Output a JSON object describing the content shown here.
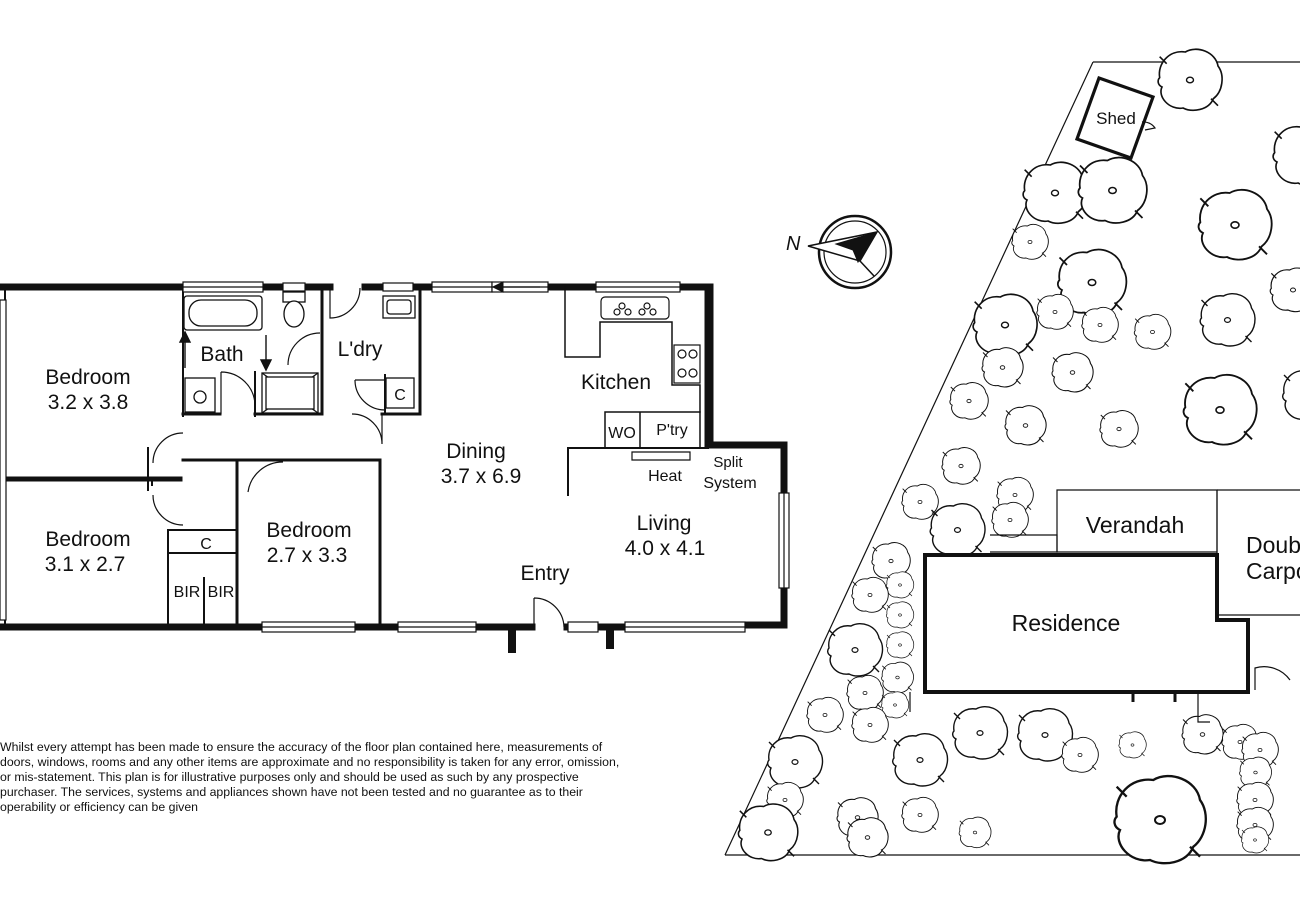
{
  "floorplan": {
    "rooms": {
      "bedroom1": {
        "name": "Bedroom",
        "dims": "3.2 x 3.8"
      },
      "bedroom2": {
        "name": "Bedroom",
        "dims": "3.1 x 2.7"
      },
      "bedroom3": {
        "name": "Bedroom",
        "dims": "2.7 x 3.3"
      },
      "bath": {
        "name": "Bath"
      },
      "laundry": {
        "name": "L'dry"
      },
      "kitchen": {
        "name": "Kitchen"
      },
      "dining": {
        "name": "Dining",
        "dims": "3.7 x 6.9"
      },
      "living": {
        "name": "Living",
        "dims": "4.0 x 4.1"
      },
      "entry": {
        "name": "Entry"
      }
    },
    "fixtures": {
      "cupboard_laundry": "C",
      "cupboard_hall": "C",
      "bir1": "BIR",
      "bir2": "BIR",
      "wall_oven": "WO",
      "pantry": "P'try",
      "heater": "Heat",
      "split_line1": "Split",
      "split_line2": "System"
    }
  },
  "site": {
    "shed": "Shed",
    "verandah": "Verandah",
    "carport_line1": "Doubl",
    "carport_line2": "Carpo",
    "residence": "Residence",
    "north": "N"
  },
  "disclaimer": "Whilst every attempt has been made to ensure the accuracy of the floor plan contained here, measurements of doors, windows, rooms and any other items are approximate and no responsibility is taken for any error, omission, or mis-statement.  This plan is for illustrative purposes only and should be used as such by any prospective purchaser.  The services, systems and appliances shown have not been tested and no guarantee as to their operability or efficiency can be given"
}
